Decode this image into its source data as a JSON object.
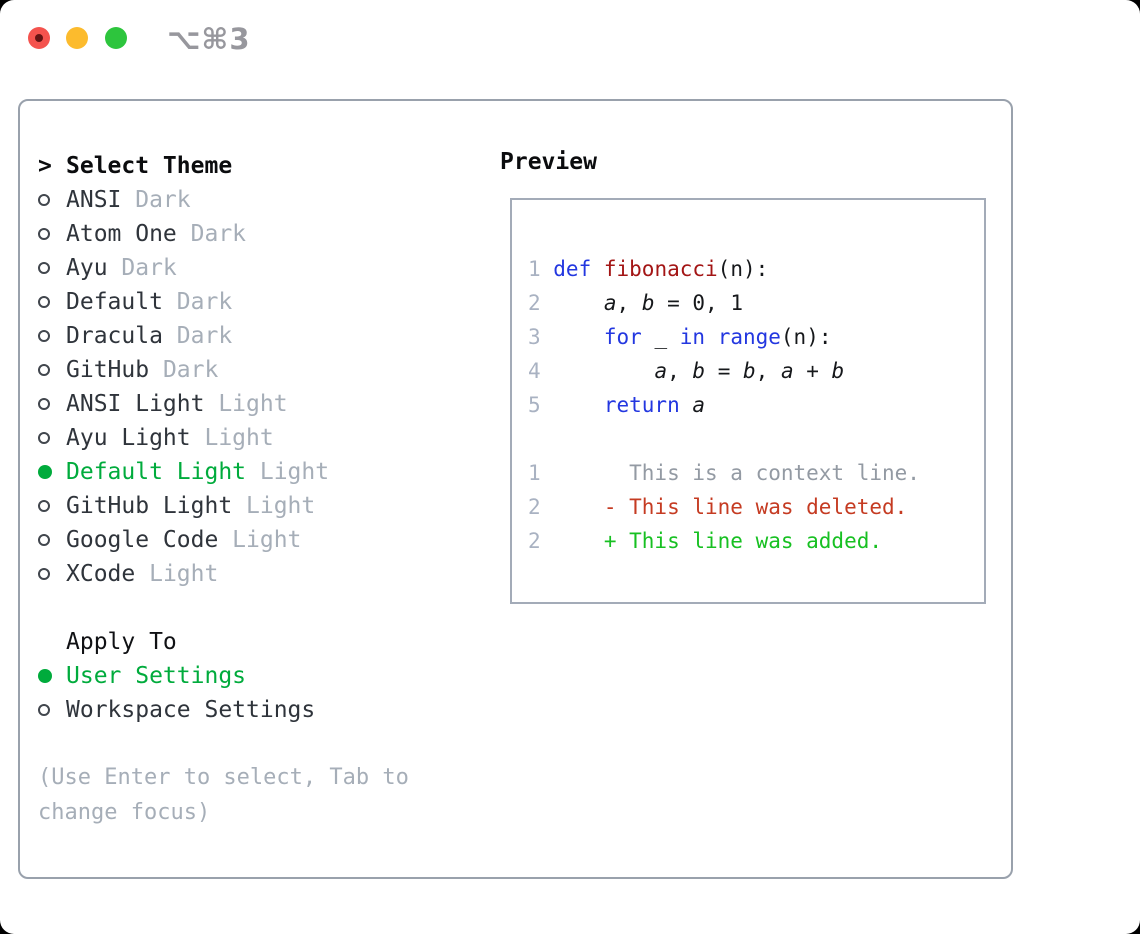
{
  "window": {
    "shortcut": "⌥⌘3"
  },
  "colors": {
    "accent-green": "#00ab3c",
    "added-green": "#17c022",
    "deleted-red": "#c53b22",
    "keyword-blue": "#2337e0",
    "function-red": "#a31515",
    "muted": "#a6aeb8",
    "context-gray": "#939aa3",
    "linenum": "#a9b2c2",
    "panel-border": "#99a1ac",
    "box-border": "#a3abb8",
    "traffic-red": "#f4534e",
    "traffic-yellow": "#fcbb2d",
    "traffic-green": "#2dc53d",
    "traffic-dot": "#641414"
  },
  "sidebar": {
    "heading_marker": ">",
    "heading": "Select Theme",
    "themes": [
      {
        "name": "ANSI",
        "variant": "Dark",
        "selected": false
      },
      {
        "name": "Atom One",
        "variant": "Dark",
        "selected": false
      },
      {
        "name": "Ayu",
        "variant": "Dark",
        "selected": false
      },
      {
        "name": "Default",
        "variant": "Dark",
        "selected": false
      },
      {
        "name": "Dracula",
        "variant": "Dark",
        "selected": false
      },
      {
        "name": "GitHub",
        "variant": "Dark",
        "selected": false
      },
      {
        "name": "ANSI Light",
        "variant": "Light",
        "selected": false
      },
      {
        "name": "Ayu Light",
        "variant": "Light",
        "selected": false
      },
      {
        "name": "Default Light",
        "variant": "Light",
        "selected": true
      },
      {
        "name": "GitHub Light",
        "variant": "Light",
        "selected": false
      },
      {
        "name": "Google Code",
        "variant": "Light",
        "selected": false
      },
      {
        "name": "XCode",
        "variant": "Light",
        "selected": false
      }
    ],
    "apply_heading": "Apply To",
    "apply_options": [
      {
        "name": "User Settings",
        "selected": true
      },
      {
        "name": "Workspace Settings",
        "selected": false
      }
    ],
    "hint": "(Use Enter to select, Tab to change focus)"
  },
  "preview": {
    "title": "Preview",
    "lines": [
      {
        "num": "1",
        "tokens": [
          {
            "t": "def",
            "s": "kw"
          },
          {
            "t": " ",
            "s": "plain"
          },
          {
            "t": "fibonacci",
            "s": "fn"
          },
          {
            "t": "(n):",
            "s": "plain"
          }
        ]
      },
      {
        "num": "2",
        "tokens": [
          {
            "t": "    ",
            "s": "plain"
          },
          {
            "t": "a",
            "s": "var"
          },
          {
            "t": ", ",
            "s": "plain"
          },
          {
            "t": "b",
            "s": "var"
          },
          {
            "t": " = 0, 1",
            "s": "plain"
          }
        ]
      },
      {
        "num": "3",
        "tokens": [
          {
            "t": "    ",
            "s": "plain"
          },
          {
            "t": "for",
            "s": "kw"
          },
          {
            "t": " _ ",
            "s": "plain"
          },
          {
            "t": "in",
            "s": "kw"
          },
          {
            "t": " ",
            "s": "plain"
          },
          {
            "t": "range",
            "s": "kw"
          },
          {
            "t": "(n):",
            "s": "plain"
          }
        ]
      },
      {
        "num": "4",
        "tokens": [
          {
            "t": "        ",
            "s": "plain"
          },
          {
            "t": "a",
            "s": "var"
          },
          {
            "t": ", ",
            "s": "plain"
          },
          {
            "t": "b",
            "s": "var"
          },
          {
            "t": " = ",
            "s": "plain"
          },
          {
            "t": "b",
            "s": "var"
          },
          {
            "t": ", ",
            "s": "plain"
          },
          {
            "t": "a",
            "s": "var"
          },
          {
            "t": " + ",
            "s": "plain"
          },
          {
            "t": "b",
            "s": "var"
          }
        ]
      },
      {
        "num": "5",
        "tokens": [
          {
            "t": "    ",
            "s": "plain"
          },
          {
            "t": "return",
            "s": "kw"
          },
          {
            "t": " ",
            "s": "plain"
          },
          {
            "t": "a",
            "s": "var"
          }
        ]
      },
      {
        "num": "",
        "tokens": []
      },
      {
        "num": "1",
        "tokens": [
          {
            "t": "      This is a context line.",
            "s": "context"
          }
        ]
      },
      {
        "num": "2",
        "tokens": [
          {
            "t": "    - This line was deleted.",
            "s": "deleted"
          }
        ]
      },
      {
        "num": "2",
        "tokens": [
          {
            "t": "    + This line was added.",
            "s": "added"
          }
        ]
      }
    ]
  }
}
